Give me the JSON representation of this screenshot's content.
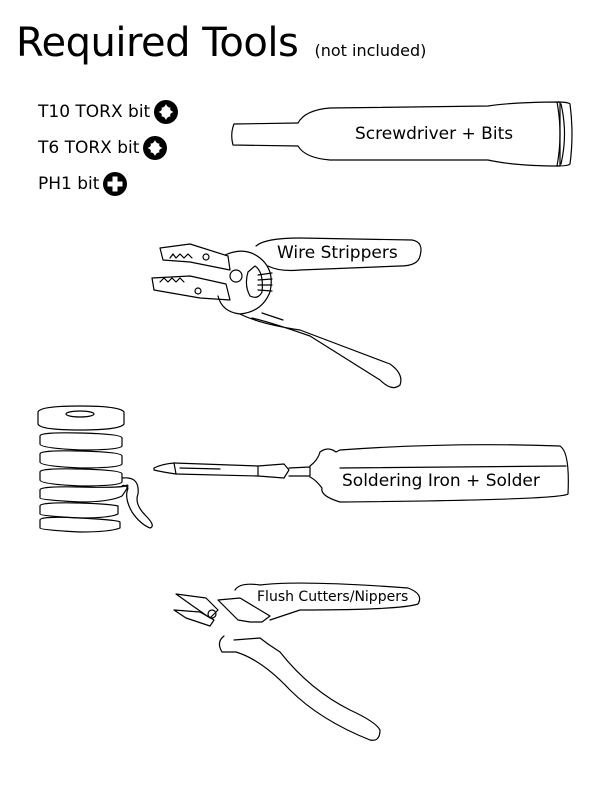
{
  "header": {
    "title": "Required Tools",
    "subtitle": "(not included)"
  },
  "bits": [
    {
      "label": "T10 TORX bit",
      "icon": "torx-icon"
    },
    {
      "label": "T6 TORX bit",
      "icon": "torx-icon"
    },
    {
      "label": "PH1 bit",
      "icon": "phillips-icon"
    }
  ],
  "tools": {
    "screwdriver": "Screwdriver + Bits",
    "wire_strippers": "Wire Strippers",
    "soldering": "Soldering Iron + Solder",
    "flush_cutters": "Flush Cutters/Nippers"
  }
}
